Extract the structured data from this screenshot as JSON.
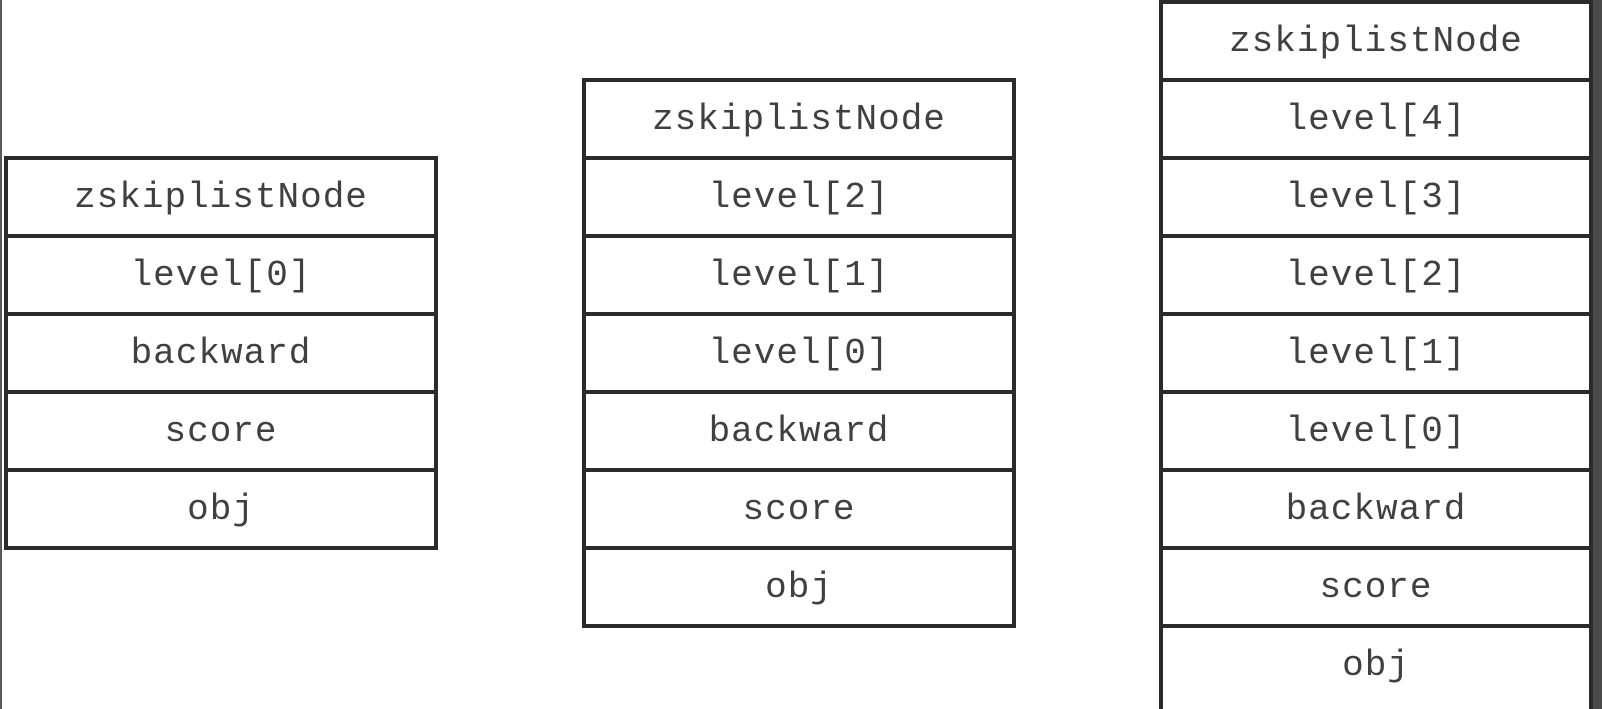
{
  "nodes": [
    {
      "fields": [
        "zskiplistNode",
        "level[0]",
        "backward",
        "score",
        "obj"
      ]
    },
    {
      "fields": [
        "zskiplistNode",
        "level[2]",
        "level[1]",
        "level[0]",
        "backward",
        "score",
        "obj"
      ]
    },
    {
      "fields": [
        "zskiplistNode",
        "level[4]",
        "level[3]",
        "level[2]",
        "level[1]",
        "level[0]",
        "backward",
        "score",
        "obj"
      ]
    }
  ]
}
